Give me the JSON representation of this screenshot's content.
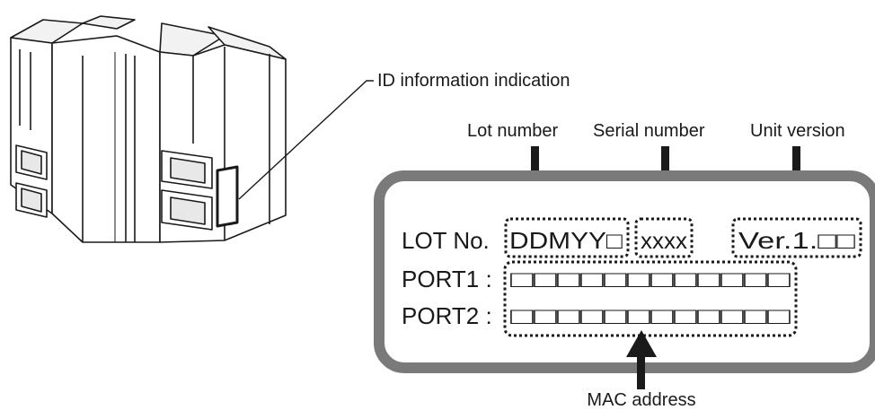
{
  "labels": {
    "id_info": "ID information indication",
    "lot_number": "Lot number",
    "serial_number": "Serial number",
    "unit_version": "Unit version",
    "mac_address": "MAC address"
  },
  "panel": {
    "lot_prefix": "LOT No.",
    "lot_value": "DDMYY□",
    "serial_value": "xxxx",
    "version_value": "Ver.1.□□",
    "port1_label": "PORT1 :",
    "port2_label": "PORT2 :",
    "port1_value": "□□□□□□□□□□□□",
    "port2_value": "□□□□□□□□□□□□"
  },
  "colors": {
    "panel_border": "#7a7a7a",
    "ink": "#1a1a1a",
    "device_shade": "#e8e8e8"
  }
}
